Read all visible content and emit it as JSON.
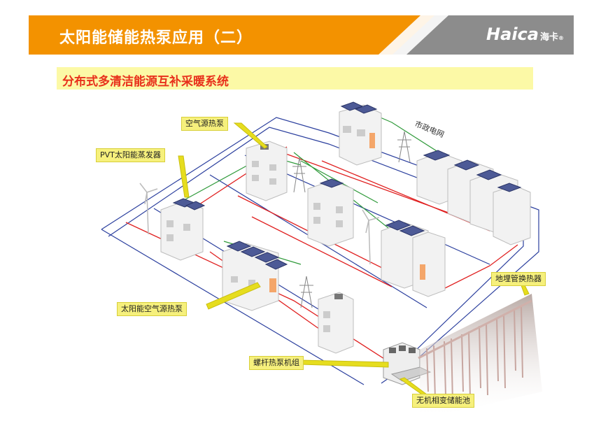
{
  "header": {
    "title": "太阳能储能热泵应用（二）",
    "logo_text": "Haica",
    "logo_cn": "海卡",
    "logo_reg": "®",
    "bg_color": "#f39200"
  },
  "subtitle": {
    "text": "分布式多清洁能源互补采暖系统",
    "color": "#e8301b",
    "bg_color": "#fcf9a6"
  },
  "diagram": {
    "grid_label": "市政电网",
    "callouts": [
      {
        "id": "air-source-heat-pump",
        "label": "空气源热泵"
      },
      {
        "id": "pvt-solar-evaporator",
        "label": "PVT太阳能蒸发器"
      },
      {
        "id": "solar-air-source-heat-pump",
        "label": "太阳能空气源热泵"
      },
      {
        "id": "ground-heat-exchanger",
        "label": "地埋管换热器"
      },
      {
        "id": "screw-heat-pump-unit",
        "label": "螺杆热泵机组"
      },
      {
        "id": "phase-change-storage-pool",
        "label": "无机相变储能池"
      }
    ]
  }
}
